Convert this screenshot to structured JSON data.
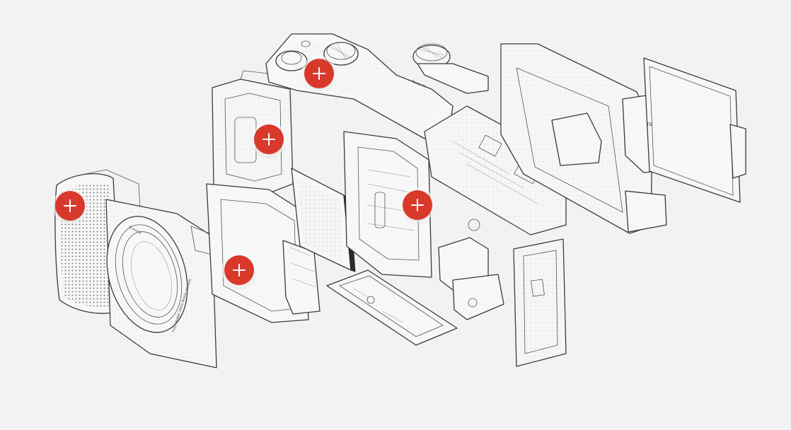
{
  "diagram": {
    "background_color": "#f2f2f2",
    "hotspot_color": "#d8392b",
    "hotspot_icon": "plus-icon",
    "engraved_labels": {
      "mount_badge": "E-mount",
      "sensor_text": "FULL-FRAME CMOS IMAGE SENSOR",
      "top_plate_text": "Exmor R",
      "screen_corner": "TB"
    },
    "hotspots": [
      {
        "id": "top-plate"
      },
      {
        "id": "battery-chamber"
      },
      {
        "id": "grip"
      },
      {
        "id": "sensor-shutter"
      },
      {
        "id": "sensor-frame"
      }
    ]
  }
}
